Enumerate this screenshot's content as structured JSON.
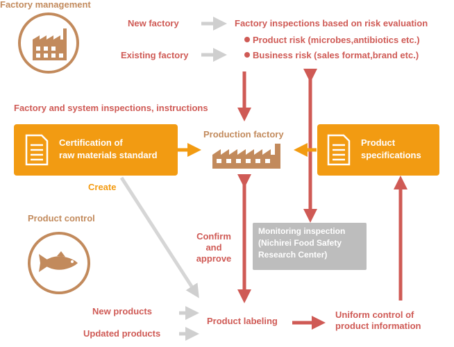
{
  "factory_management": {
    "heading": "Factory management",
    "new_factory": "New factory",
    "existing_factory": "Existing factory",
    "inspections_title": "Factory inspections based on risk evaluation",
    "product_risk": "Product risk (microbes,antibiotics etc.)",
    "business_risk": "Business risk (sales format,brand etc.)"
  },
  "factory_system": {
    "heading": "Factory and system inspections, instructions"
  },
  "raw_materials": {
    "line1": "Certification of",
    "line2": "raw materials standard",
    "create": "Create"
  },
  "production": {
    "label": "Production factory"
  },
  "product_specs": {
    "line1": "Product",
    "line2": "specifications"
  },
  "product_control": {
    "heading": "Product control",
    "new_products": "New products",
    "updated_products": "Updated products"
  },
  "confirm": {
    "line1": "Confirm",
    "line2": "and",
    "line3": "approve"
  },
  "monitoring": {
    "line1": "Monitoring inspection",
    "line2": "(Nichirei Food Safety",
    "line3": "Research Center)"
  },
  "labeling": {
    "label": "Product labeling"
  },
  "uniform": {
    "line1": "Uniform control of",
    "line2": "product information"
  },
  "colors": {
    "brown": "#c28a5c",
    "red": "#cf5a55",
    "orange": "#f29b12",
    "gray": "#bdbdbd"
  },
  "icons": [
    "factory-icon",
    "document-icon",
    "fish-icon"
  ]
}
